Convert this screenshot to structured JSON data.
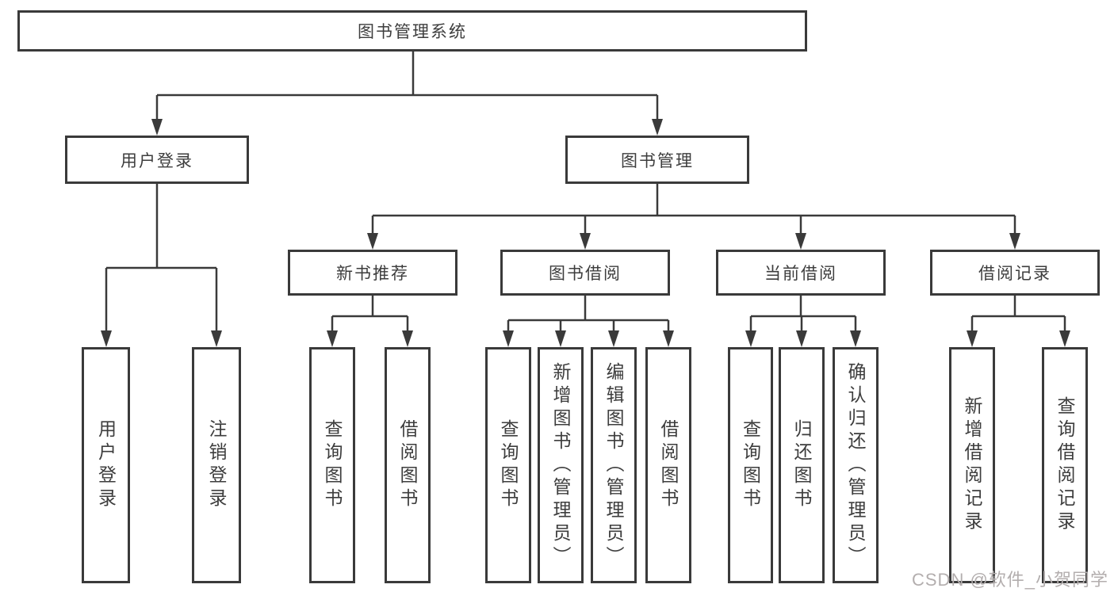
{
  "diagram": {
    "root_label": "图书管理系统",
    "level2": [
      "用户登录",
      "图书管理"
    ],
    "level3": [
      "新书推荐",
      "图书借阅",
      "当前借阅",
      "借阅记录"
    ],
    "leaves": {
      "user_login": [
        "用户登录",
        "注销登录"
      ],
      "new_book": [
        "查询图书",
        "借阅图书"
      ],
      "borrow": [
        "查询图书",
        "新增图书（管理员）",
        "编辑图书（管理员）",
        "借阅图书"
      ],
      "current": [
        "查询图书",
        "归还图书",
        "确认归还（管理员）"
      ],
      "records": [
        "新增借阅记录",
        "查询借阅记录"
      ]
    },
    "watermark": "CSDN @软件_小贺同学",
    "colors": {
      "line": "#3a3a3a",
      "text": "#3d3d3d",
      "background": "#ffffff",
      "watermark": "#b3aeae"
    }
  }
}
